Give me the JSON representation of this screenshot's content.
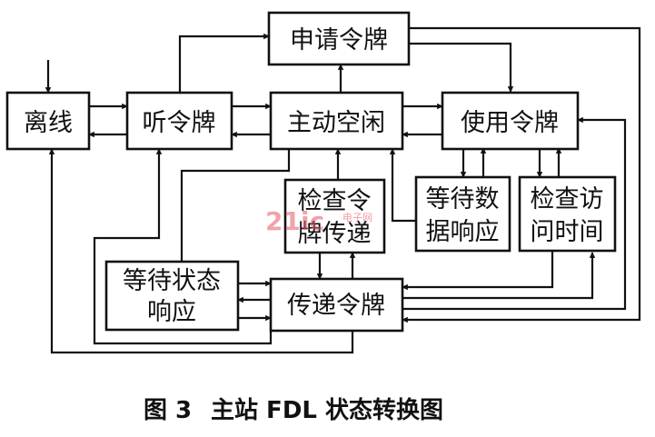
{
  "states": {
    "offline": "离线",
    "listen_token": "听令牌",
    "active_idle": "主动空闲",
    "request_token": "申请令牌",
    "use_token": "使用令牌",
    "check_token_pass_1": "检查令",
    "check_token_pass_2": "牌传递",
    "await_data_response_1": "等待数",
    "await_data_response_2": "据响应",
    "check_access_time_1": "检查访",
    "check_access_time_2": "问时间",
    "await_status_response_1": "等待状态",
    "await_status_response_2": "响应",
    "pass_token": "传递令牌"
  },
  "caption": {
    "figure_number": "图 3",
    "title": "主站 FDL 状态转换图"
  },
  "watermark": {
    "logo": "21ic",
    "text": "电子网"
  },
  "colors": {
    "ink": "#111111",
    "background": "#ffffff",
    "watermark": "#e35b68"
  }
}
